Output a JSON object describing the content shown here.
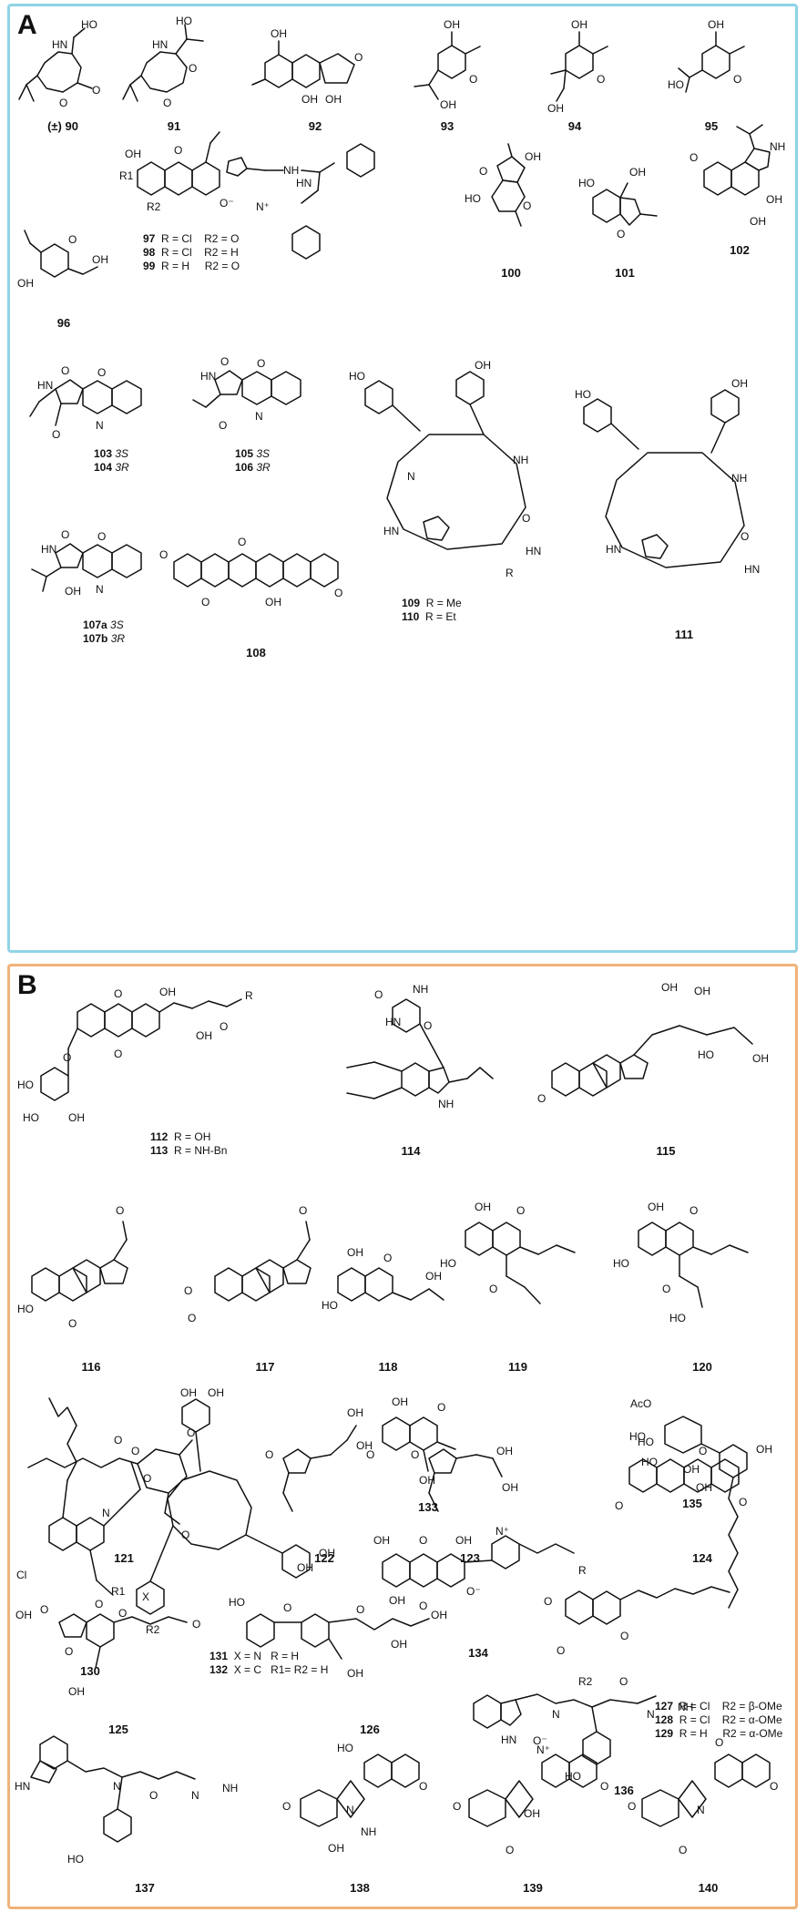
{
  "panels": [
    {
      "label": "A",
      "border_color": "#8fd3e6"
    },
    {
      "label": "B",
      "border_color": "#f0b27a"
    }
  ],
  "compounds_a": {
    "c90": "(±) 90",
    "c91": "91",
    "c92": "92",
    "c93": "93",
    "c94": "94",
    "c95": "95",
    "c96": "96",
    "c100": "100",
    "c101": "101",
    "c102": "102",
    "c108": "108",
    "c111": "111"
  },
  "compounds_b": {
    "c114": "114",
    "c115": "115",
    "c116": "116",
    "c117": "117",
    "c118": "118",
    "c119": "119",
    "c120": "120",
    "c121": "121",
    "c122": "122",
    "c123": "123",
    "c124": "124",
    "c125": "125",
    "c126": "126",
    "c130": "130",
    "c133": "133",
    "c134": "134",
    "c135": "135",
    "c136": "136",
    "c137": "137",
    "c138": "138",
    "c139": "139",
    "c140": "140"
  },
  "variant_notes": {
    "n97": {
      "num": "97",
      "r": "R = Cl",
      "r2": "R2 = O"
    },
    "n98": {
      "num": "98",
      "r": "R = Cl",
      "r2": "R2 = H"
    },
    "n99": {
      "num": "99",
      "r": "R = H",
      "r2": "R2 = O"
    },
    "n103": {
      "num": "103",
      "cfg": "3S"
    },
    "n104": {
      "num": "104",
      "cfg": "3R"
    },
    "n105": {
      "num": "105",
      "cfg": "3S"
    },
    "n106": {
      "num": "106",
      "cfg": "3R"
    },
    "n107a": {
      "num": "107a",
      "cfg": "3S"
    },
    "n107b": {
      "num": "107b",
      "cfg": "3R"
    },
    "n109": {
      "num": "109",
      "r": "R = Me"
    },
    "n110": {
      "num": "110",
      "r": "R = Et"
    },
    "n112": {
      "num": "112",
      "r": "R = OH"
    },
    "n113": {
      "num": "113",
      "r": "R = NH-Bn"
    },
    "n127": {
      "num": "127",
      "r": "R = Cl",
      "r2": "R2 = β-OMe"
    },
    "n128": {
      "num": "128",
      "r": "R = Cl",
      "r2": "R2 = α-OMe"
    },
    "n129": {
      "num": "129",
      "r": "R = H",
      "r2": "R2 = α-OMe"
    },
    "n131": {
      "num": "131",
      "x": "X = N",
      "r": "R = H"
    },
    "n132": {
      "num": "132",
      "x": "X = C",
      "r": "R1= R2 = H"
    }
  },
  "atom_labels": {
    "oh": "OH",
    "ho": "HO",
    "o": "O",
    "nh": "NH",
    "hn": "HN",
    "n": "N",
    "h": "H",
    "cl": "Cl",
    "aco": "AcO",
    "r": "R",
    "r1": "R1",
    "r2": "R2",
    "x": "X",
    "oplus": "O⁻",
    "nplus": "N⁺"
  },
  "colors": {
    "panel_a": "#8fd3e6",
    "panel_b": "#f0b27a",
    "ink": "#111111"
  }
}
